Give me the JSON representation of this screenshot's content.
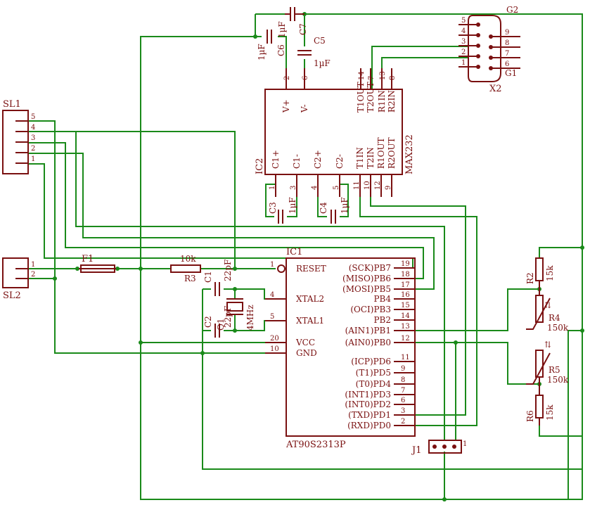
{
  "refs": {
    "SL1": "SL1",
    "SL2": "SL2",
    "F1": "F1",
    "R3": "R3",
    "R3v": "10k",
    "C1": "C1",
    "C1v": "22pF",
    "C2": "C2",
    "C2v": "22pF",
    "Q1": "Q1",
    "Q1v": "4MHz",
    "IC1": "IC1",
    "IC1name": "AT90S2313P",
    "IC2": "IC2",
    "IC2name": "MAX232",
    "C3": "C3",
    "C3v": "1µF",
    "C4": "C4",
    "C4v": "1µF",
    "C5": "C5",
    "C5v": "1µF",
    "C6": "C6",
    "C6v": "1µF",
    "C7": "C7",
    "C7v": "1µF",
    "X2": "X2",
    "G1": "G1",
    "G2": "G2",
    "R2": "R2",
    "R2v": "15k",
    "R4": "R4",
    "R4v": "150k",
    "R5": "R5",
    "R5v": "150k",
    "R6": "R6",
    "R6v": "15k",
    "J1": "J1"
  },
  "sl1_pins": [
    "5",
    "4",
    "3",
    "2",
    "1"
  ],
  "sl2_pins": [
    "1",
    "2"
  ],
  "ic1_pins_left": [
    {
      "name": "RESET",
      "num": "1"
    },
    {
      "name": "XTAL2",
      "num": "4"
    },
    {
      "name": "XTAL1",
      "num": "5"
    },
    {
      "name": "VCC",
      "num": "20"
    },
    {
      "name": "GND",
      "num": "10"
    }
  ],
  "ic1_pins_right": [
    {
      "name": "(SCK)PB7",
      "num": "19"
    },
    {
      "name": "(MISO)PB6",
      "num": "18"
    },
    {
      "name": "(MOSI)PB5",
      "num": "17"
    },
    {
      "name": "PB4",
      "num": "16"
    },
    {
      "name": "(OCI)PB3",
      "num": "15"
    },
    {
      "name": "PB2",
      "num": "14"
    },
    {
      "name": "(AIN1)PB1",
      "num": "13"
    },
    {
      "name": "(AIN0)PB0",
      "num": "12"
    },
    {
      "name": "(ICP)PD6",
      "num": "11"
    },
    {
      "name": "(T1)PD5",
      "num": "9"
    },
    {
      "name": "(T0)PD4",
      "num": "8"
    },
    {
      "name": "(INT1)PD3",
      "num": "7"
    },
    {
      "name": "(INT0)PD2",
      "num": "6"
    },
    {
      "name": "(TXD)PD1",
      "num": "3"
    },
    {
      "name": "(RXD)PD0",
      "num": "2"
    }
  ],
  "ic2_top": [
    {
      "name": "V+",
      "num": "2"
    },
    {
      "name": "V-",
      "num": "6"
    },
    {
      "name": "T1OUT",
      "num": "14"
    },
    {
      "name": "T2OUT",
      "num": "7"
    },
    {
      "name": "R1IN",
      "num": "13"
    },
    {
      "name": "R2IN",
      "num": "8"
    }
  ],
  "ic2_bottom": [
    {
      "name": "C1+",
      "num": "1"
    },
    {
      "name": "C1-",
      "num": "3"
    },
    {
      "name": "C2+",
      "num": "4"
    },
    {
      "name": "C2-",
      "num": "5"
    },
    {
      "name": "T1IN",
      "num": "11"
    },
    {
      "name": "T2IN",
      "num": "10"
    },
    {
      "name": "R1OUT",
      "num": "12"
    },
    {
      "name": "R2OUT",
      "num": "9"
    }
  ],
  "x2_left": [
    "5",
    "4",
    "3",
    "2",
    "1"
  ],
  "x2_right": [
    "9",
    "8",
    "7",
    "6"
  ],
  "j1_pin": "1"
}
